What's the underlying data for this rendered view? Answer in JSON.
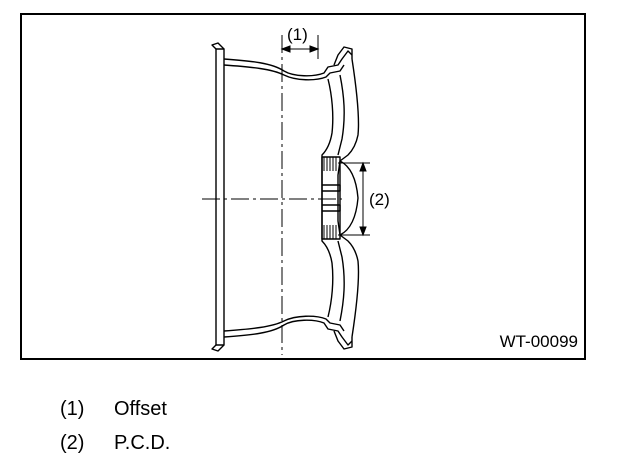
{
  "figure": {
    "code": "WT-00099",
    "callouts": {
      "offset_marker": "(1)",
      "pcd_marker": "(2)"
    }
  },
  "legend": [
    {
      "number": "(1)",
      "label": "Offset"
    },
    {
      "number": "(2)",
      "label": "P.C.D."
    }
  ]
}
